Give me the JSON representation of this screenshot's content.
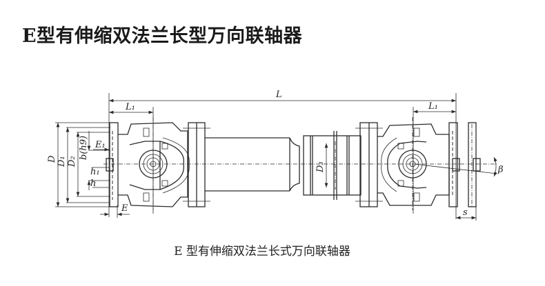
{
  "title": "E型有伸缩双法兰长型万向联轴器",
  "caption": "E 型有伸缩双法兰长式万向联轴器",
  "diagram": {
    "labels": {
      "L": "L",
      "L1_left": "L₁",
      "L1_right": "L₁",
      "D": "D",
      "D1": "D₁",
      "D2": "D₂",
      "b": "b(h9)",
      "E1": "E₁",
      "h1": "h₁",
      "h": "h",
      "E": "E",
      "D3": "D₃",
      "beta": "β",
      "s": "s"
    }
  }
}
